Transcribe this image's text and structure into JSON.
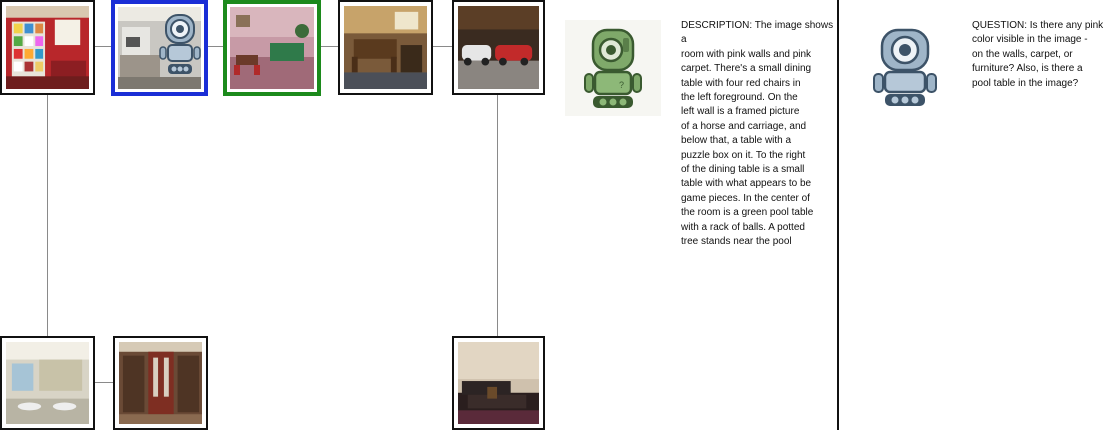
{
  "graph": {
    "nodes": [
      {
        "id": "n1",
        "scene": "red-shelving-room",
        "highlight": "none"
      },
      {
        "id": "n2",
        "scene": "office-with-robot-overlay",
        "highlight": "blue"
      },
      {
        "id": "n3",
        "scene": "pink-room-pool-table",
        "highlight": "green"
      },
      {
        "id": "n4",
        "scene": "wood-dining-room",
        "highlight": "none"
      },
      {
        "id": "n5",
        "scene": "garage-with-cars",
        "highlight": "none"
      },
      {
        "id": "n6",
        "scene": "bathroom",
        "highlight": "none"
      },
      {
        "id": "n7",
        "scene": "closet-room",
        "highlight": "none"
      },
      {
        "id": "n8",
        "scene": "home-theater",
        "highlight": "none"
      }
    ],
    "colors": {
      "blue_highlight": "#1a2ed6",
      "green_highlight": "#1c8a1c",
      "connector": "#8a8a8a"
    }
  },
  "description": {
    "icon": "green-robot-icon",
    "text": "DESCRIPTION: The image shows a\nroom with pink walls and pink\ncarpet. There's a small dining\ntable with four red chairs in\nthe left foreground. On the\nleft wall is a framed picture\nof a horse and carriage, and\nbelow that, a table with a\npuzzle box on it. To the right\nof the dining table is a small\ntable with what appears to be\ngame pieces. In the center of\nthe room is a green pool table\nwith a rack of balls. A potted\ntree stands near the pool"
  },
  "question": {
    "icon": "blue-robot-icon",
    "text": "QUESTION: Is there any pink\ncolor visible in the image -\non the walls, carpet, or\nfurniture? Also, is there a\npool table in the image?"
  }
}
